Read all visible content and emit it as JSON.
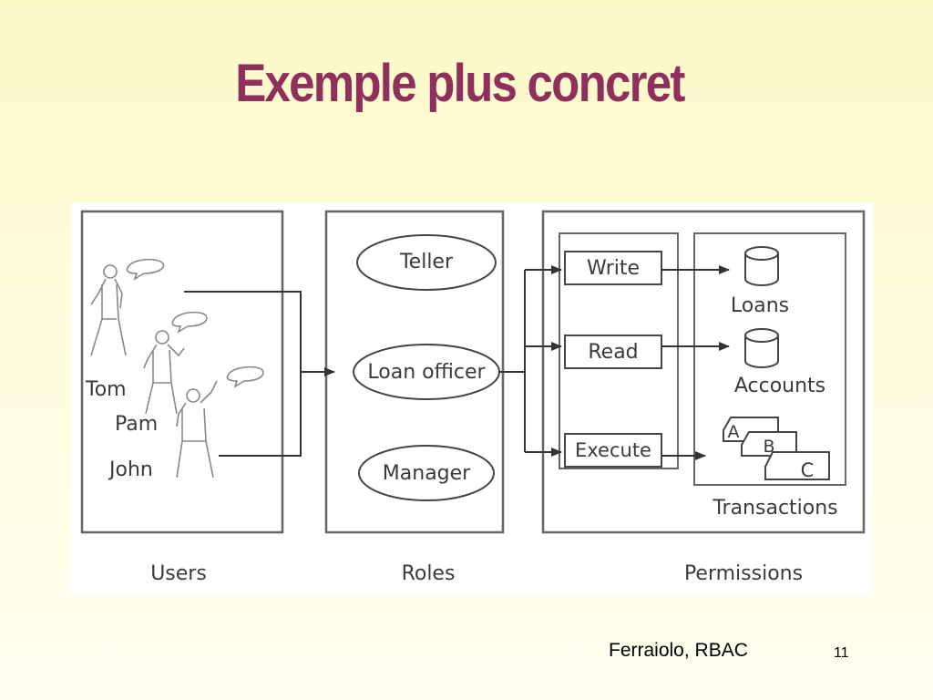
{
  "slide": {
    "title": "Exemple plus concret",
    "source": "Ferraiolo, RBAC",
    "page_number": "11"
  },
  "diagram": {
    "users": {
      "heading": "Users",
      "names": [
        "Tom",
        "Pam",
        "John"
      ]
    },
    "roles": {
      "heading": "Roles",
      "items": [
        "Teller",
        "Loan officer",
        "Manager"
      ]
    },
    "permissions": {
      "heading": "Permissions",
      "operations": [
        "Write",
        "Read",
        "Execute"
      ],
      "objects": [
        "Loans",
        "Accounts"
      ],
      "transactions_label": "Transactions",
      "transaction_docs": [
        "A",
        "B",
        "C"
      ]
    }
  },
  "colors": {
    "title": "#8e2f5c",
    "line": "#333333",
    "background": "#fffde0"
  }
}
